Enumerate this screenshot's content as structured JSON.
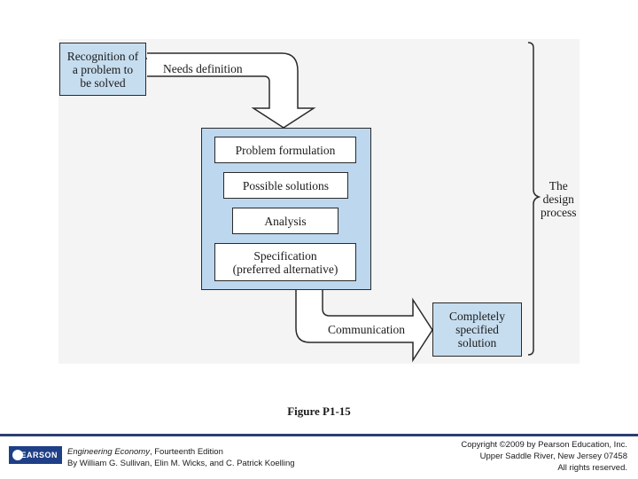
{
  "diagram": {
    "recognition_box": [
      "Recognition of",
      "a problem to",
      "be solved"
    ],
    "needs_definition": "Needs definition",
    "steps": [
      [
        "Problem formulation"
      ],
      [
        "Possible solutions"
      ],
      [
        "Analysis"
      ],
      [
        "Specification",
        "(preferred alternative)"
      ]
    ],
    "communication": "Communication",
    "final_box": [
      "Completely",
      "specified",
      "solution"
    ],
    "design_process": [
      "The",
      "design",
      "process"
    ]
  },
  "caption": "Figure P1-15",
  "footer": {
    "logo": "PEARSON",
    "book_title": "Engineering Economy",
    "edition": ", Fourteenth Edition",
    "authors": "By William G. Sullivan, Elin M. Wicks, and C. Patrick Koelling",
    "copyright": "Copyright ©2009 by Pearson Education, Inc.",
    "address": "Upper Saddle River, New Jersey 07458",
    "rights": "All rights reserved."
  }
}
